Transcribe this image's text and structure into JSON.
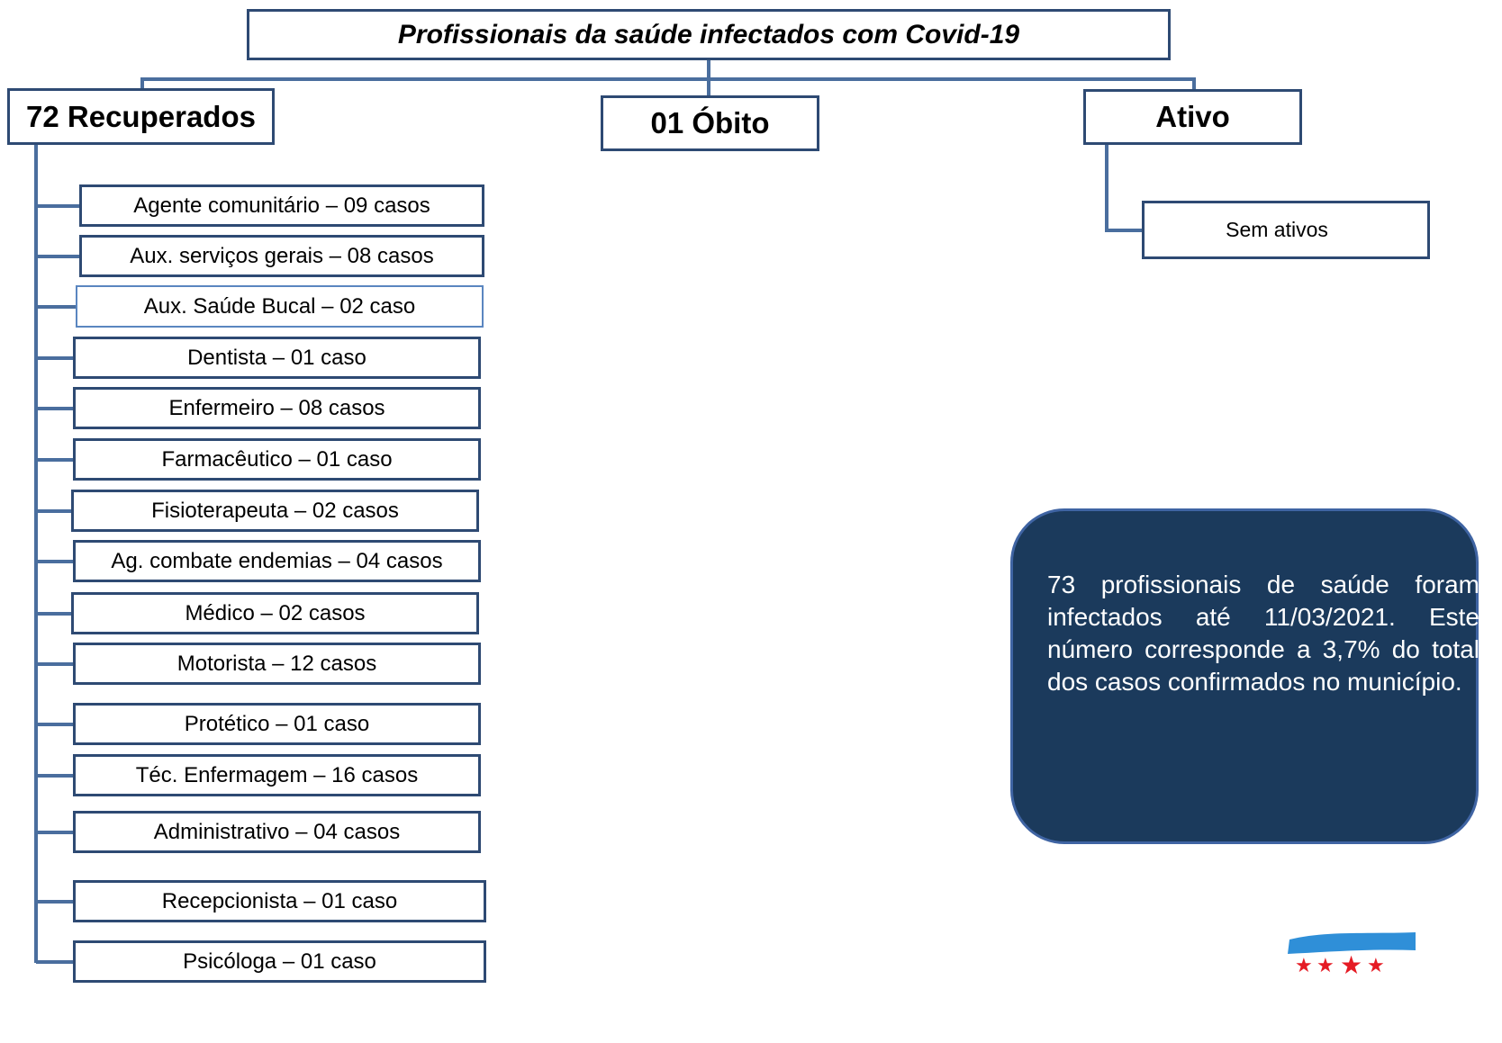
{
  "title": "Profissionais da saúde infectados com Covid-19",
  "branches": {
    "recuperados": "72 Recuperados",
    "obito": "01 Óbito",
    "ativo": "Ativo"
  },
  "recuperados_items": [
    "Agente comunitário – 09 casos",
    "Aux. serviços gerais – 08 casos",
    "Aux. Saúde Bucal – 02 caso",
    "Dentista – 01 caso",
    "Enfermeiro – 08 casos",
    "Farmacêutico – 01 caso",
    "Fisioterapeuta – 02 casos",
    "Ag. combate endemias – 04 casos",
    "Médico – 02 casos",
    "Motorista – 12 casos",
    "Protético – 01 caso",
    "Téc. Enfermagem – 16 casos",
    "Administrativo – 04 casos",
    "Recepcionista – 01 caso",
    "Psicóloga – 01 caso"
  ],
  "ativo_items": [
    "Sem ativos"
  ],
  "note": "73 profissionais de saúde foram infectados até 11/03/2021. Este número corresponde a 3,7% do total dos casos confirmados no município.",
  "colors": {
    "border": "#2e4a73",
    "note_bg": "#1b3a5c",
    "note_border": "#3f64a3"
  }
}
